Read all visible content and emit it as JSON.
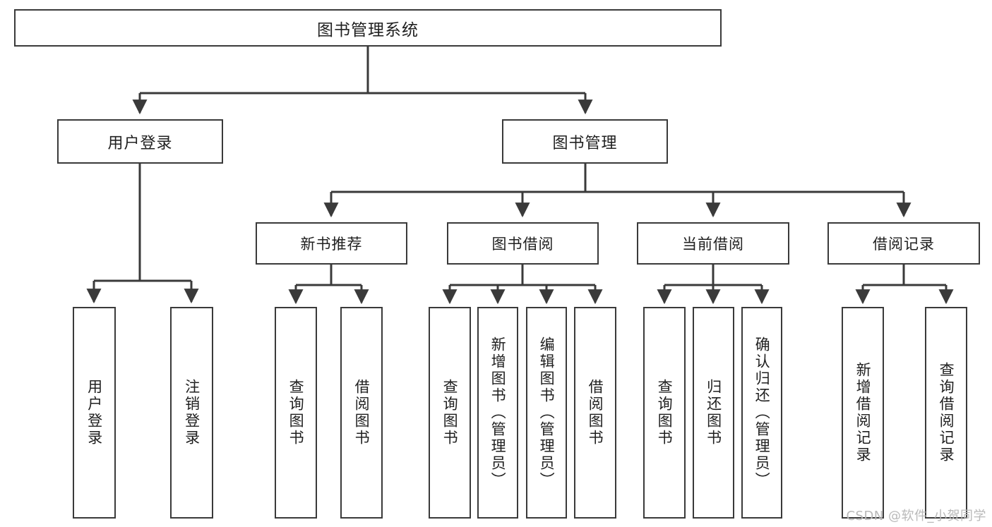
{
  "diagram": {
    "type": "tree-hierarchy",
    "title": "图书管理系统",
    "root": {
      "id": "root",
      "label": "图书管理系统"
    },
    "level2": [
      {
        "id": "user-login",
        "label": "用户登录"
      },
      {
        "id": "book-manage",
        "label": "图书管理"
      }
    ],
    "level3": [
      {
        "id": "new-book-recommend",
        "label": "新书推荐",
        "parent": "book-manage"
      },
      {
        "id": "book-borrow",
        "label": "图书借阅",
        "parent": "book-manage"
      },
      {
        "id": "current-borrow",
        "label": "当前借阅",
        "parent": "book-manage"
      },
      {
        "id": "borrow-record",
        "label": "借阅记录",
        "parent": "book-manage"
      }
    ],
    "leaves": [
      {
        "id": "leaf-user-login",
        "label": "用户登录",
        "parent": "user-login"
      },
      {
        "id": "leaf-user-logout",
        "label": "注销登录",
        "parent": "user-login"
      },
      {
        "id": "leaf-query-book-1",
        "label": "查询图书",
        "parent": "new-book-recommend"
      },
      {
        "id": "leaf-borrow-book-1",
        "label": "借阅图书",
        "parent": "new-book-recommend"
      },
      {
        "id": "leaf-query-book-2",
        "label": "查询图书",
        "parent": "book-borrow"
      },
      {
        "id": "leaf-add-book",
        "label": "新增图书（管理员）",
        "parent": "book-borrow"
      },
      {
        "id": "leaf-edit-book",
        "label": "编辑图书（管理员）",
        "parent": "book-borrow"
      },
      {
        "id": "leaf-borrow-book-2",
        "label": "借阅图书",
        "parent": "book-borrow"
      },
      {
        "id": "leaf-query-book-3",
        "label": "查询图书",
        "parent": "current-borrow"
      },
      {
        "id": "leaf-return-book",
        "label": "归还图书",
        "parent": "current-borrow"
      },
      {
        "id": "leaf-confirm-return",
        "label": "确认归还（管理员）",
        "parent": "current-borrow"
      },
      {
        "id": "leaf-add-record",
        "label": "新增借阅记录",
        "parent": "borrow-record"
      },
      {
        "id": "leaf-query-record",
        "label": "查询借阅记录",
        "parent": "borrow-record"
      }
    ],
    "colors": {
      "box_border": "#3a3a3a",
      "box_fill": "#ffffff",
      "connector": "#3a3a3a",
      "text": "#202020",
      "watermark": "#b9b9b9",
      "background": "#ffffff"
    }
  },
  "watermark": {
    "text": "CSDN @软件_小贺同学"
  }
}
